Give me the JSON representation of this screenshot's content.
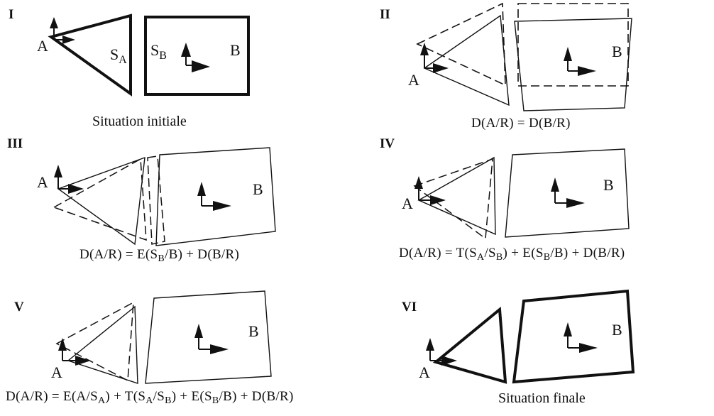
{
  "panels": [
    {
      "id": "I",
      "roman": "I",
      "label_a": "A",
      "label_sa_main": "S",
      "label_sa_sub": "A",
      "label_sb_main": "S",
      "label_sb_sub": "B",
      "label_b": "B",
      "caption": "Situation initiale"
    },
    {
      "id": "II",
      "roman": "II",
      "label_a": "A",
      "label_b": "B",
      "formula": "D(A/R) = D(B/R)"
    },
    {
      "id": "III",
      "roman": "III",
      "label_a": "A",
      "label_b": "B",
      "formula": "D(A/R) = E(SB/B) + D(B/R)"
    },
    {
      "id": "IV",
      "roman": "IV",
      "label_a": "A",
      "label_b": "B",
      "formula": "D(A/R) = T(SA/SB) + E(SB/B) + D(B/R)"
    },
    {
      "id": "V",
      "roman": "V",
      "label_a": "A",
      "label_b": "B",
      "formula": "D(A/R) = E(A/SA) + T(SA/SB) + E(SB/B) + D(B/R)"
    },
    {
      "id": "VI",
      "roman": "VI",
      "label_a": "A",
      "label_b": "B",
      "caption": "Situation finale"
    }
  ],
  "formula_parts": {
    "III": [
      "D(A/R) = E(S",
      "B",
      "/B) + D(B/R)"
    ],
    "IV": [
      "D(A/R) = T(S",
      "A",
      "/S",
      "B",
      ") + E(S",
      "B",
      "/B) + D(B/R)"
    ],
    "V": [
      "D(A/R) = E(A/S",
      "A",
      ") + T(S",
      "A",
      "/S",
      "B",
      ") + E(S",
      "B",
      "/B) + D(B/R)"
    ]
  }
}
